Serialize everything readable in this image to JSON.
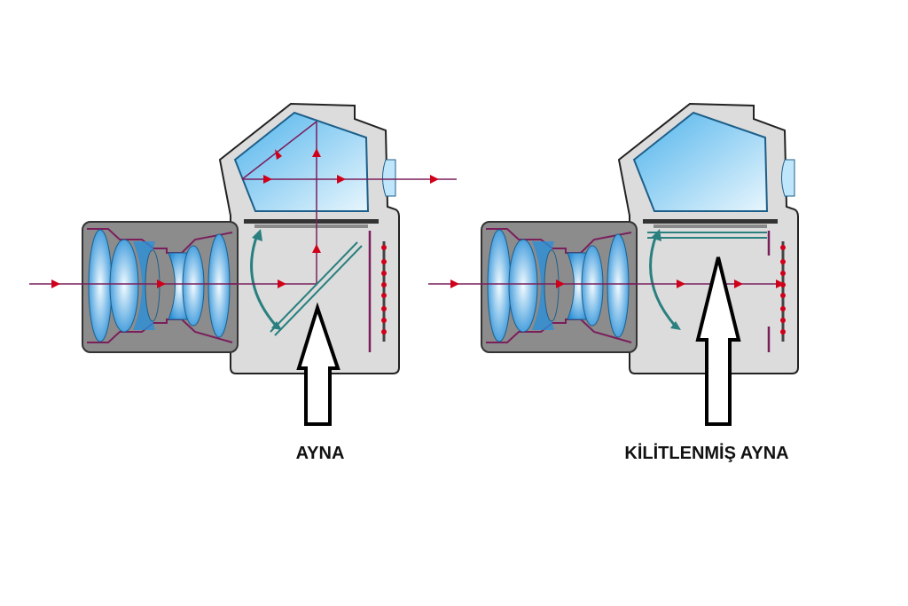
{
  "diagrams": [
    {
      "label": "AYNA",
      "state": "mirror-down"
    },
    {
      "label": "KİLİTLENMİŞ AYNA",
      "state": "mirror-locked-up"
    }
  ],
  "colors": {
    "body": "#dcdcdc",
    "lens_box": "#8c8c8c",
    "glass": "#7ccaf0",
    "ray": "#7a1f5c",
    "arrowhead": "#d0001a",
    "mirror": "#2a7f7f"
  }
}
